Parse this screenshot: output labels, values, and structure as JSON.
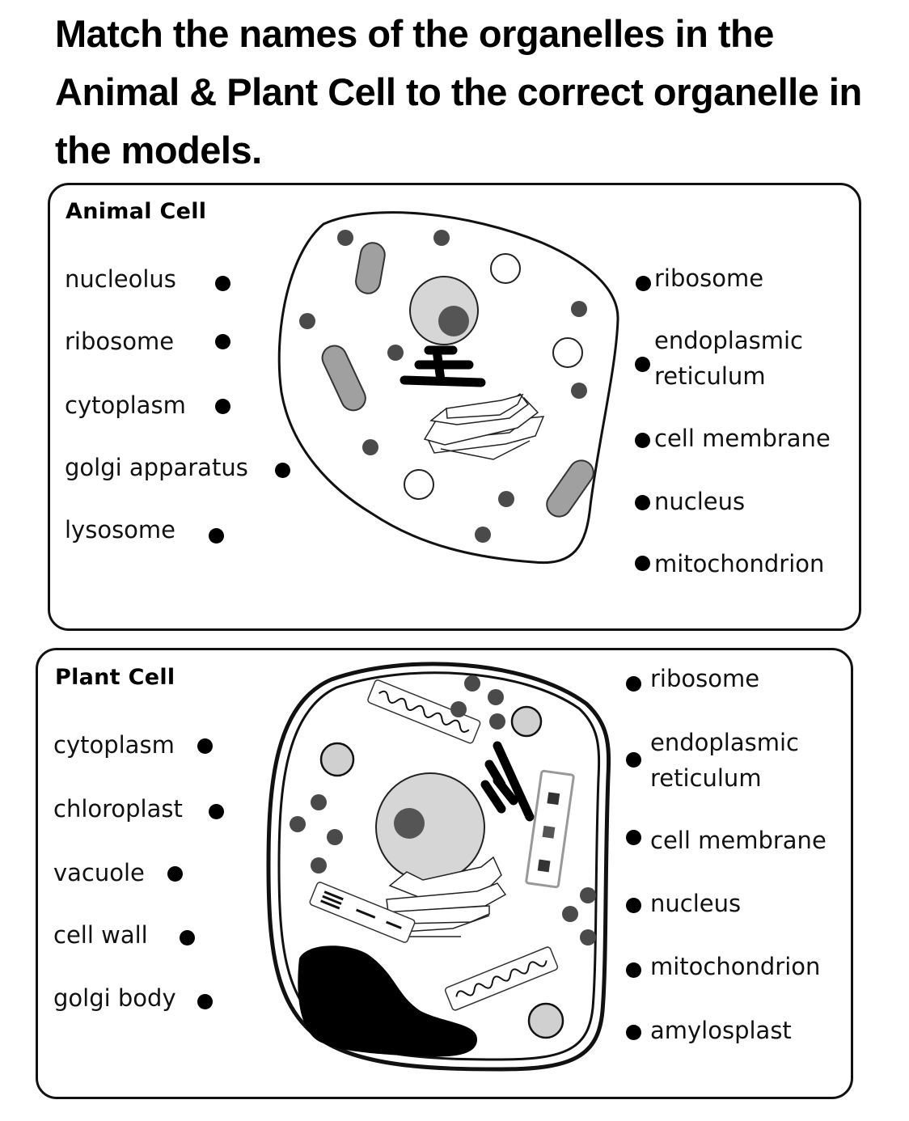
{
  "title": "Match the names of the organelles in the Animal & Plant Cell to the correct organelle in the models.",
  "animal_cell": {
    "heading": "Animal Cell",
    "left_labels": [
      "nucleolus",
      "ribosome",
      "cytoplasm",
      "golgi apparatus",
      "lysosome"
    ],
    "right_labels": [
      "ribosome",
      "endoplasmic reticulum",
      "cell membrane",
      "nucleus",
      "mitochondrion"
    ],
    "right_label_lines": {
      "er_line1": "endoplasmic",
      "er_line2": "reticulum"
    }
  },
  "plant_cell": {
    "heading": "Plant Cell",
    "left_labels": [
      "cytoplasm",
      "chloroplast",
      "vacuole",
      "cell wall",
      "golgi body"
    ],
    "right_labels": [
      "ribosome",
      "endoplasmic reticulum",
      "cell membrane",
      "nucleus",
      "mitochondrion",
      "amylosplast"
    ],
    "right_label_lines": {
      "er_line1": "endoplasmic",
      "er_line2": "reticulum"
    }
  },
  "colors": {
    "outline": "#111111",
    "ribosome": "#4a4a4a",
    "mitochondrion": "#a0a0a0",
    "nucleus": "#d6d6d6",
    "nucleolus": "#555555",
    "vacuole_fill": "#d0d0d0"
  }
}
